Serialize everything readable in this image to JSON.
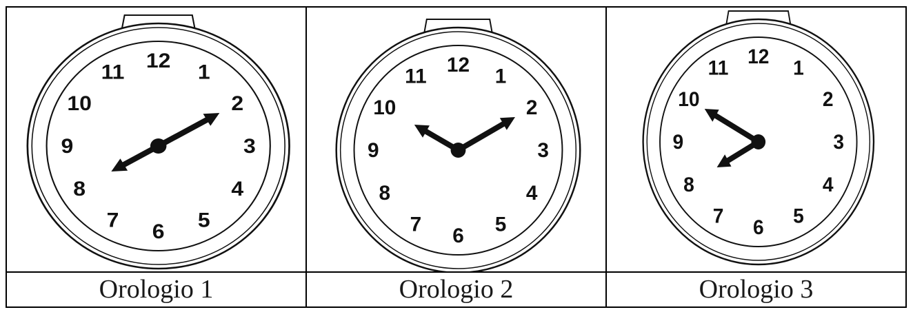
{
  "clocks": [
    {
      "label": "Orologio 1",
      "numerals": [
        "12",
        "1",
        "2",
        "3",
        "4",
        "5",
        "6",
        "7",
        "8",
        "9",
        "10",
        "11"
      ],
      "hands": {
        "hour_points_to": 8,
        "minute_points_to": 2,
        "style": "arrows"
      }
    },
    {
      "label": "Orologio 2",
      "numerals": [
        "12",
        "1",
        "2",
        "3",
        "4",
        "5",
        "6",
        "7",
        "8",
        "9",
        "10",
        "11"
      ],
      "hands": {
        "hour_points_to": 10,
        "minute_points_to": 2,
        "style": "arrows"
      }
    },
    {
      "label": "Orologio 3",
      "numerals": [
        "12",
        "1",
        "2",
        "3",
        "4",
        "5",
        "6",
        "7",
        "8",
        "9",
        "10",
        "11"
      ],
      "hands": {
        "hour_points_to": 8,
        "minute_points_to": 10,
        "style": "arrows"
      }
    }
  ]
}
